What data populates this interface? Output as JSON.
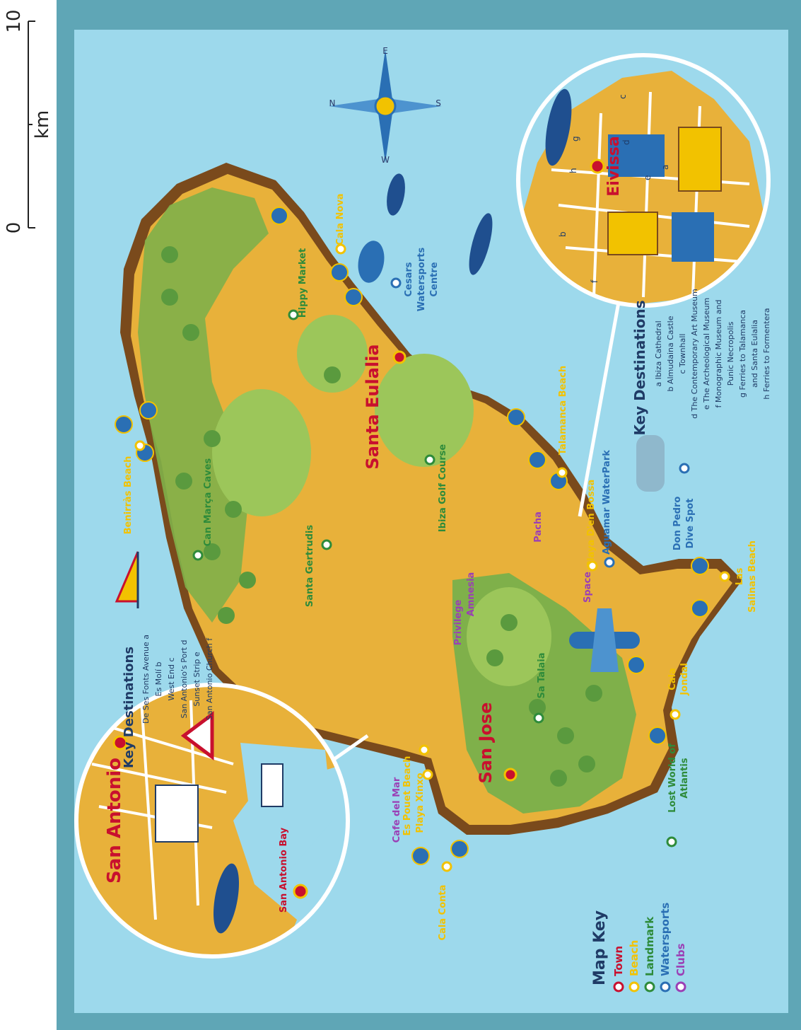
{
  "scale_bar": {
    "zero": "0",
    "ten": "10",
    "unit": "km"
  },
  "colors": {
    "sea": "#9dd9ec",
    "frame": "#5fa6b6",
    "land": "#e8b13a",
    "coast": "#7a4a1c",
    "green": "#7fb04a",
    "town": "#c8102e",
    "beach": "#f2c200",
    "landmark": "#2e8b3a",
    "watersports": "#2a6fb4",
    "clubs": "#9b3fb5"
  },
  "towns": {
    "santa_eulalia": "Santa Eulalia",
    "san_jose": "San Jose",
    "eivissa": "Eivissa",
    "san_antonio": "San Antonio",
    "san_antonio_bay": "San Antonio Bay"
  },
  "beaches": {
    "cala_nova": "Cala Nova",
    "benirras": "Benirràs Beach",
    "talamanca": "Talamanca Beach",
    "playa_den_bossa": "Playa D'en Bossa",
    "las_salinas_1": "Las",
    "las_salinas_2": "Salinas Beach",
    "cala_jondal_1": "Cala",
    "cala_jondal_2": "Jondal",
    "cala_conta": "Cala Conta",
    "es_pouet": "Es Pouet Beach",
    "playa_xinxo": "Playa Xinxo"
  },
  "landmarks": {
    "hippy_market": "Hippy Market",
    "can_marca": "Can Marça Caves",
    "santa_gertrudis": "Santa Gertrudis",
    "ibiza_golf": "Ibiza Golf Course",
    "sa_talaia": "Sa Talaia",
    "lost_world_1": "Lost World of",
    "lost_world_2": "Atlantis"
  },
  "watersports": {
    "cesars_1": "Cesars",
    "cesars_2": "Watersports",
    "cesars_3": "Centre",
    "aguamar": "Aguamar WaterPark",
    "don_pedro_1": "Don Pedro",
    "don_pedro_2": "Dive Spot"
  },
  "clubs": {
    "pacha": "Pacha",
    "space": "Space",
    "amnesia": "Amnesia",
    "privilege": "Privilege",
    "cafe_del_mar": "Cafe del Mar"
  },
  "key_eivissa": {
    "title": "Key Destinations",
    "items": [
      "a  Ibiza Cathedral",
      "b  Almudaina Castle",
      "c  Townhall",
      "d  The Contemporary Art Museum",
      "e  The Archeological Museum",
      "f  Monographic Museum and",
      "Punic Necropolis",
      "g  Ferries to Talamanca",
      "and Santa Eulalia",
      "h  Ferries to Formentera"
    ]
  },
  "key_san_antonio": {
    "title": "Key Destinations",
    "items": [
      "De Ses Fonts Avenue  a",
      "Es Molí  b",
      "West End  c",
      "San Antonio's Port  d",
      "Sunset Strip  e",
      "San Antonio Church  f"
    ]
  },
  "map_key": {
    "title": "Map Key",
    "items": [
      {
        "label": "Town",
        "color": "#c8102e"
      },
      {
        "label": "Beach",
        "color": "#f2c200"
      },
      {
        "label": "Landmark",
        "color": "#2e8b3a"
      },
      {
        "label": "Watersports",
        "color": "#2a6fb4"
      },
      {
        "label": "Clubs",
        "color": "#9b3fb5"
      }
    ]
  },
  "inset_letters": [
    "a",
    "b",
    "c",
    "d",
    "e",
    "f",
    "g",
    "h"
  ],
  "compass_letters": {
    "n": "N",
    "s": "S",
    "e": "E",
    "w": "W"
  }
}
